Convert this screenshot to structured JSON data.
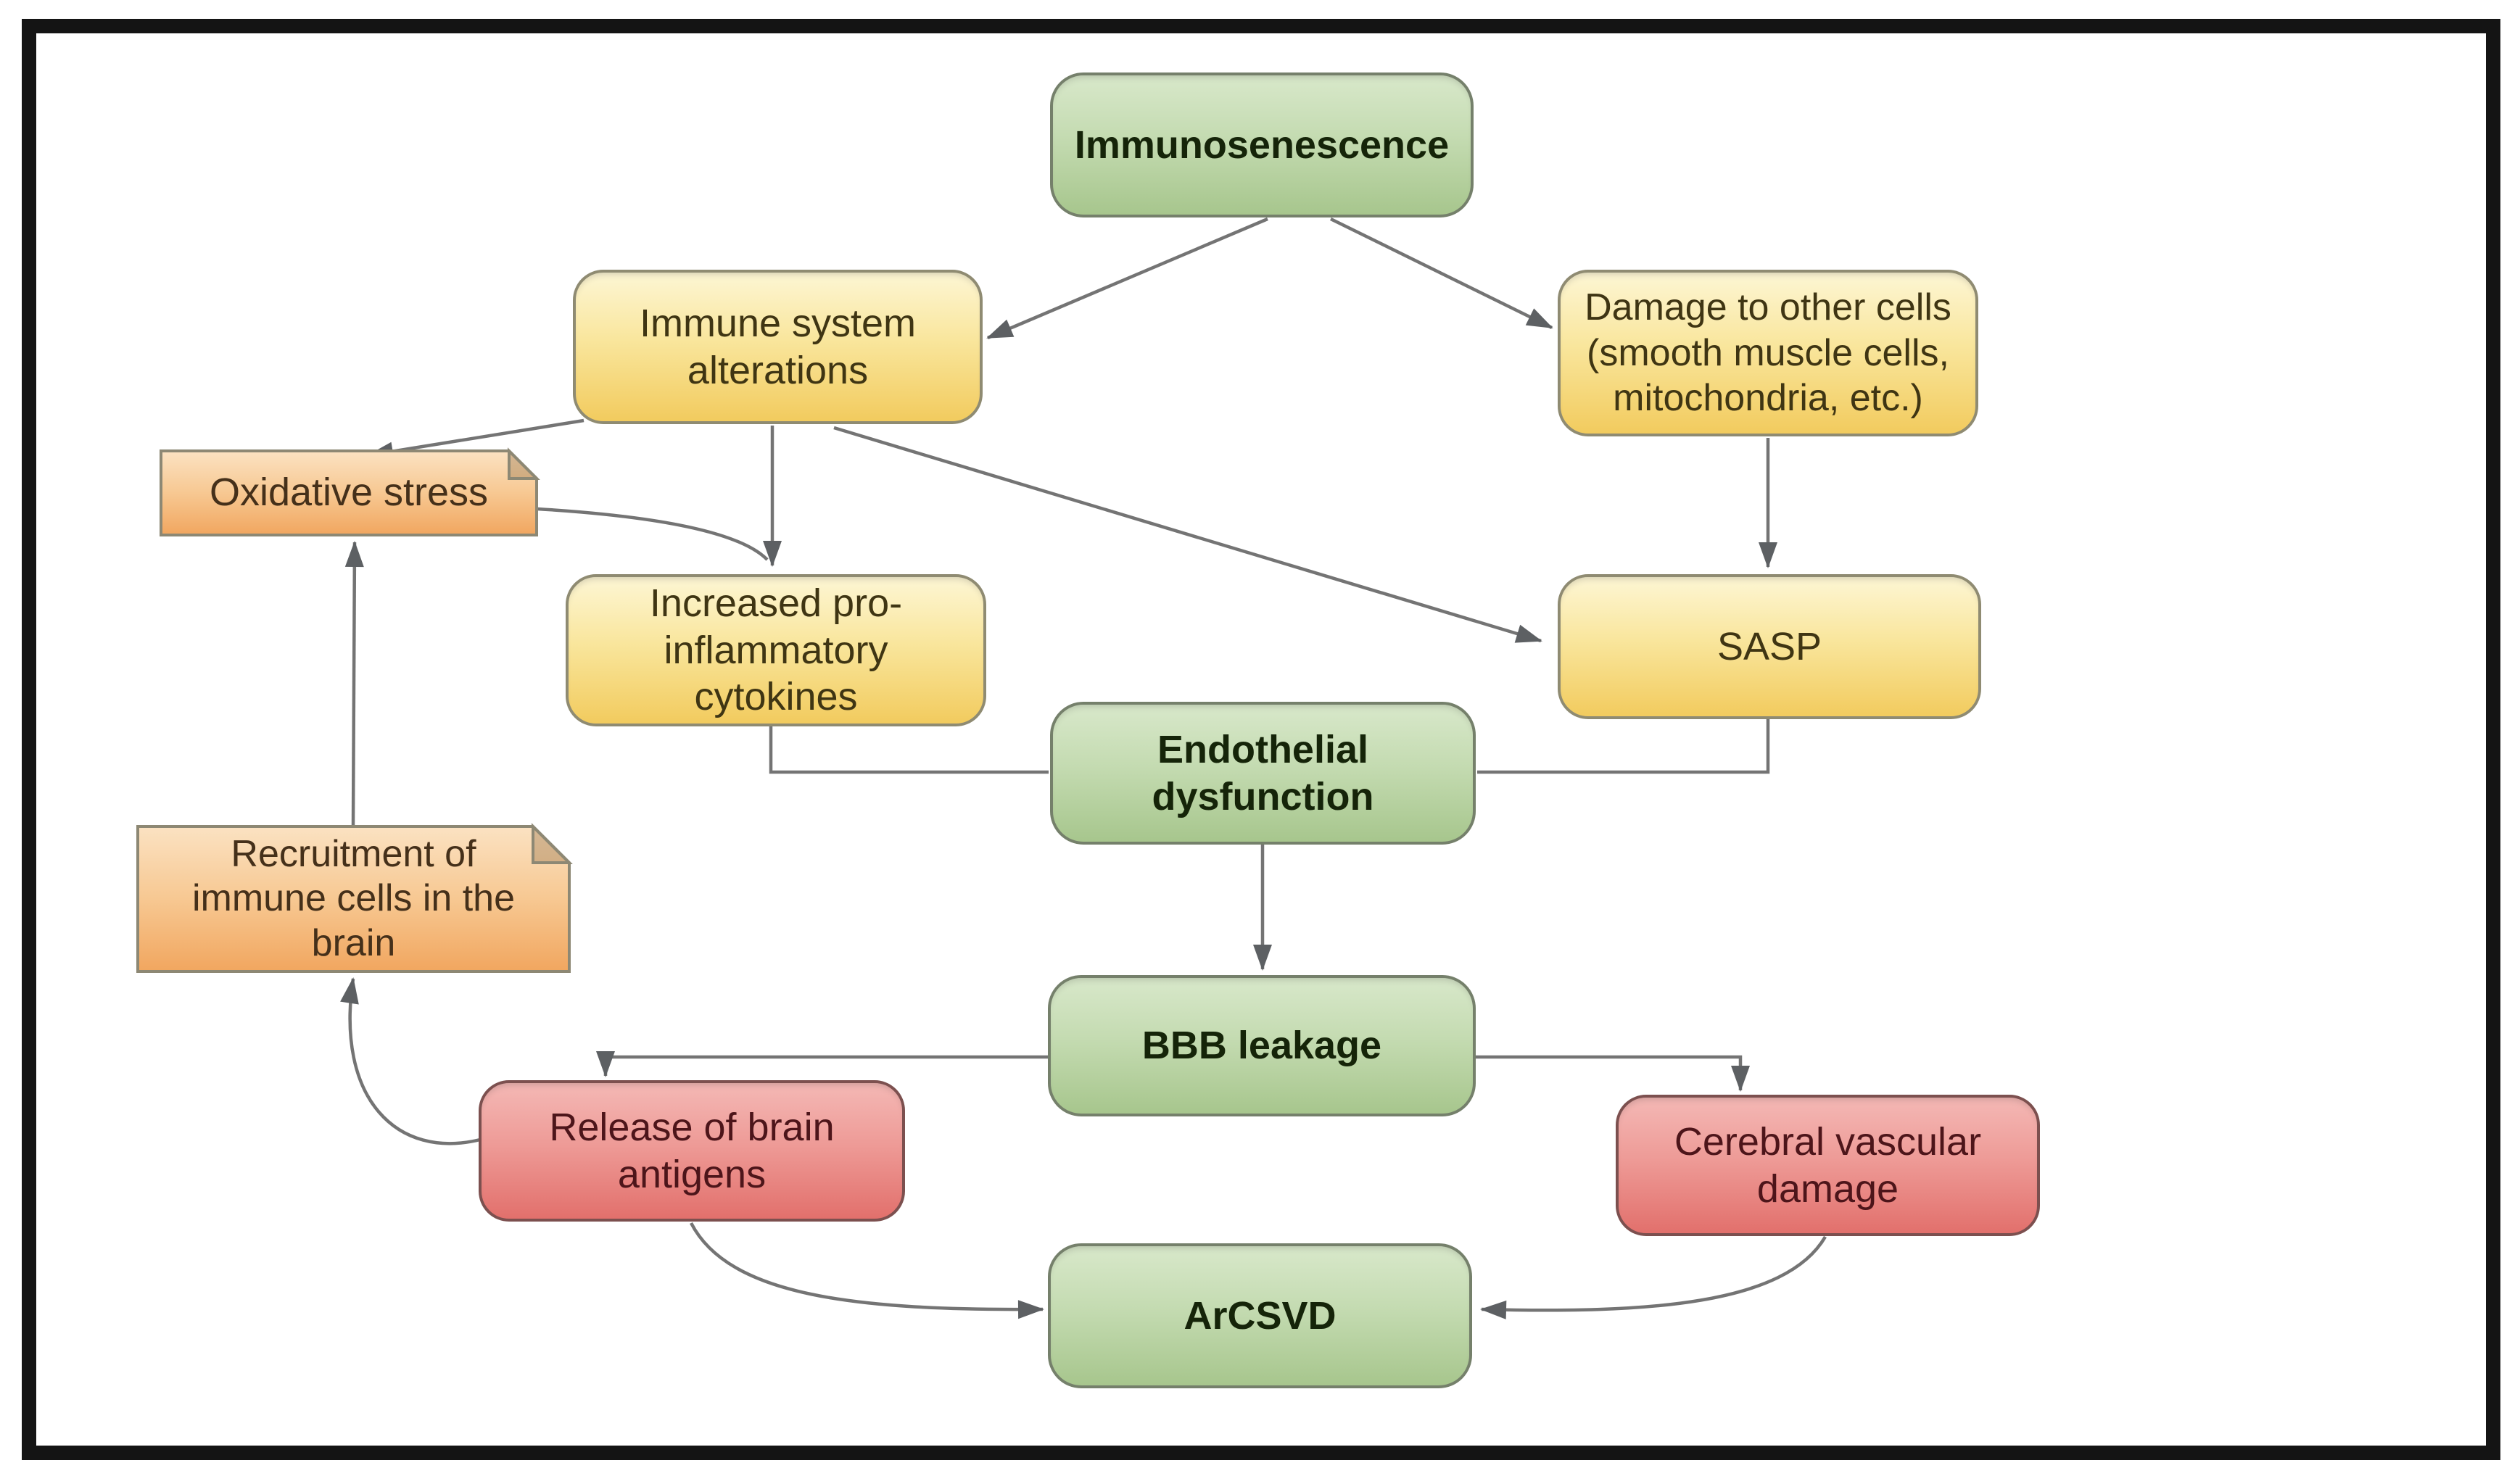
{
  "figure": {
    "type": "flowchart",
    "background": "#ffffff",
    "frame_color": "#141414",
    "connector_color": "#747474",
    "arrowhead_color": "#5d6063"
  },
  "palette": {
    "green": {
      "top": "#d8e8ca",
      "bottom": "#a7c68d",
      "border": "#75806b",
      "text": "#152409"
    },
    "yellow": {
      "top": "#fdf6d4",
      "bottom": "#f2cb5e",
      "border": "#8f8b72",
      "text": "#3f3513"
    },
    "orange": {
      "top": "#fbe2c2",
      "bottom": "#f1a65f",
      "border": "#8d8874",
      "text": "#45301a"
    },
    "red": {
      "top": "#f4b8b5",
      "bottom": "#e2706c",
      "border": "#7c504f",
      "text": "#4d151a"
    }
  },
  "nodes": {
    "immunosenescence": {
      "label": "Immunosenescence",
      "color": "green",
      "emphasis": "bold",
      "shape": "rounded"
    },
    "immune_system_alterations": {
      "label": "Immune system alterations",
      "color": "yellow",
      "shape": "rounded"
    },
    "damage_to_other_cells": {
      "label": "Damage to other cells (smooth muscle cells, mitochondria, etc.)",
      "color": "yellow",
      "shape": "rounded"
    },
    "oxidative_stress": {
      "label": "Oxidative stress",
      "color": "orange",
      "shape": "folded-note"
    },
    "increased_cytokines": {
      "label": "Increased pro-inflammatory cytokines",
      "color": "yellow",
      "shape": "rounded"
    },
    "sasp": {
      "label": "SASP",
      "color": "yellow",
      "shape": "rounded"
    },
    "endothelial_dysfunction": {
      "label": "Endothelial dysfunction",
      "color": "green",
      "emphasis": "bold",
      "shape": "rounded"
    },
    "recruitment_immune_cells": {
      "label": "Recruitment of immune cells in the brain",
      "color": "orange",
      "shape": "folded-note"
    },
    "bbb_leakage": {
      "label": "BBB leakage",
      "color": "green",
      "emphasis": "bold",
      "shape": "rounded"
    },
    "release_brain_antigens": {
      "label": "Release of brain antigens",
      "color": "red",
      "shape": "rounded"
    },
    "cerebral_vascular_damage": {
      "label": "Cerebral vascular damage",
      "color": "red",
      "shape": "rounded"
    },
    "arcsvd": {
      "label": "ArCSVD",
      "color": "green",
      "emphasis": "bold",
      "shape": "rounded"
    }
  },
  "edges": [
    {
      "from": "immunosenescence",
      "to": "immune_system_alterations",
      "arrow": true,
      "style": "straight"
    },
    {
      "from": "immunosenescence",
      "to": "damage_to_other_cells",
      "arrow": true,
      "style": "straight"
    },
    {
      "from": "immune_system_alterations",
      "to": "oxidative_stress",
      "arrow": true,
      "style": "straight"
    },
    {
      "from": "immune_system_alterations",
      "to": "increased_cytokines",
      "arrow": true,
      "style": "straight"
    },
    {
      "from": "immune_system_alterations",
      "to": "sasp",
      "arrow": true,
      "style": "straight"
    },
    {
      "from": "oxidative_stress",
      "to": "increased_cytokines",
      "arrow": true,
      "style": "curve"
    },
    {
      "from": "damage_to_other_cells",
      "to": "sasp",
      "arrow": true,
      "style": "straight"
    },
    {
      "from": "increased_cytokines",
      "to": "endothelial_dysfunction",
      "arrow": false,
      "style": "elbow"
    },
    {
      "from": "sasp",
      "to": "endothelial_dysfunction",
      "arrow": false,
      "style": "elbow"
    },
    {
      "from": "endothelial_dysfunction",
      "to": "bbb_leakage",
      "arrow": true,
      "style": "straight"
    },
    {
      "from": "bbb_leakage",
      "to": "release_brain_antigens",
      "arrow": true,
      "style": "elbow"
    },
    {
      "from": "bbb_leakage",
      "to": "cerebral_vascular_damage",
      "arrow": true,
      "style": "elbow"
    },
    {
      "from": "release_brain_antigens",
      "to": "recruitment_immune_cells",
      "arrow": true,
      "style": "curve"
    },
    {
      "from": "recruitment_immune_cells",
      "to": "oxidative_stress",
      "arrow": true,
      "style": "straight"
    },
    {
      "from": "release_brain_antigens",
      "to": "arcsvd",
      "arrow": true,
      "style": "curve"
    },
    {
      "from": "cerebral_vascular_damage",
      "to": "arcsvd",
      "arrow": true,
      "style": "curve"
    }
  ]
}
